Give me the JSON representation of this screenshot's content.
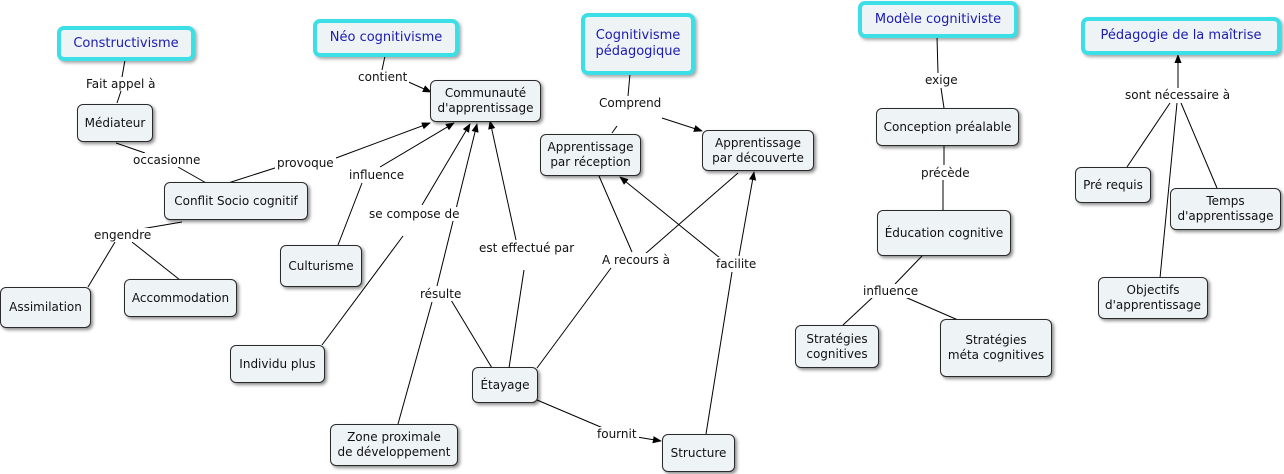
{
  "roots": {
    "constructivisme": "Constructivisme",
    "neo_cognitivisme": "Néo cognitivisme",
    "cognitivisme_pedagogique": "Cognitivisme\npédagogique",
    "modele_cognitiviste": "Modèle cognitiviste",
    "pedagogie_maitrise": "Pédagogie de la maîtrise"
  },
  "concepts": {
    "mediateur": "Médiateur",
    "conflit": "Conflit  Socio cognitif",
    "assimilation": "Assimilation",
    "accommodation": "Accommodation",
    "communaute": "Communauté\nd'apprentissage",
    "culturisme": "Culturisme",
    "individu_plus": "Individu plus",
    "zone_proximale": "Zone proximale\nde développement",
    "etayage": "Étayage",
    "structure": "Structure",
    "apprentissage_reception": "Apprentissage\npar réception",
    "apprentissage_decouverte": "Apprentissage\npar découverte",
    "conception_prealable": "Conception préalable",
    "education_cognitive": "Éducation cognitive",
    "strategies_cognitives": "Stratégies\ncognitives",
    "strategies_meta": "Stratégies\nméta cognitives",
    "pre_requis": "Pré requis",
    "temps_apprentissage": "Temps\nd'apprentissage",
    "objectifs_apprentissage": "Objectifs\nd'apprentissage"
  },
  "links": {
    "fait_appel": "Fait appel à",
    "occasionne": "occasionne",
    "provoque": "provoque",
    "engendre": "engendre",
    "contient": "contient",
    "influence_culturisme": "influence",
    "se_compose": "se compose de",
    "resulte": "résulte",
    "est_effectue": "est effectué par",
    "fournit": "fournit",
    "a_recours": "A recours à",
    "facilite": "facilite",
    "comprend": "Comprend",
    "exige": "exige",
    "precede": "précède",
    "influence_strategies": "influence",
    "sont_necessaires": "sont nécessaire à"
  },
  "colors": {
    "root_border": "#3cdfe6",
    "root_text": "#1b1bb0",
    "node_fill": "#eef3f6",
    "node_border": "#2a2a2a",
    "line": "#000000"
  }
}
